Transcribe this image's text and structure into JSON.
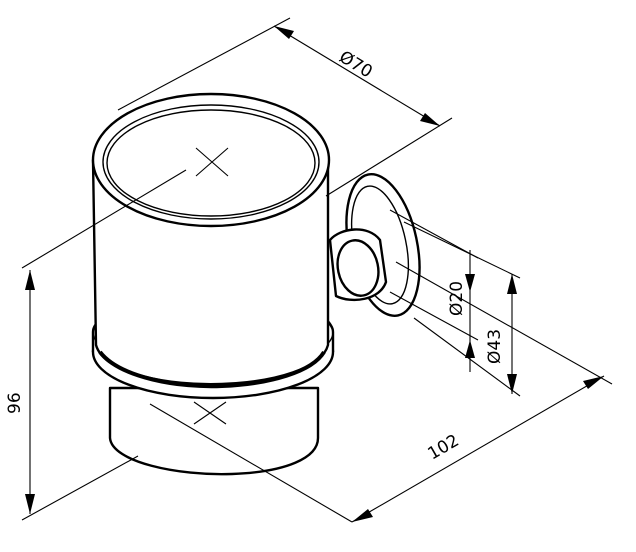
{
  "dimensions": {
    "cup_diameter": "Ø70",
    "height": "96",
    "depth": "102",
    "neck_diameter": "Ø20",
    "flange_diameter": "Ø43"
  }
}
